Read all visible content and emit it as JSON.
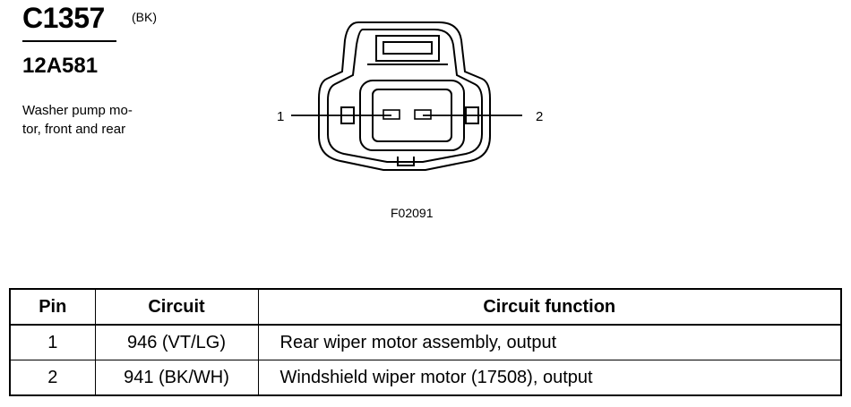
{
  "connector": {
    "id": "C1357",
    "color": "(BK)",
    "part_number": "12A581",
    "description": "Washer pump mo-\ntor, front and rear"
  },
  "diagram": {
    "pin_labels": [
      "1",
      "2"
    ],
    "figure_code": "F02091"
  },
  "table": {
    "headers": {
      "pin": "Pin",
      "circuit": "Circuit",
      "function": "Circuit function"
    },
    "rows": [
      {
        "pin": "1",
        "circuit": "946 (VT/LG)",
        "function": "Rear wiper motor assembly, output"
      },
      {
        "pin": "2",
        "circuit": "941 (BK/WH)",
        "function": "Windshield wiper motor (17508), output"
      }
    ]
  }
}
